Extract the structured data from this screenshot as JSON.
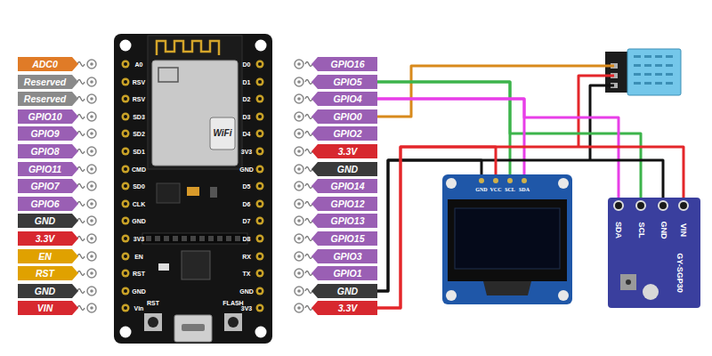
{
  "diagram": {
    "nodes": [
      {
        "text": [
          "ADC0"
        ]
      },
      {
        "text": [
          "Reserved"
        ]
      },
      {
        "text": [
          "Reserved"
        ]
      },
      {
        "text": [
          "GPIO10"
        ]
      },
      {
        "text": [
          "GPIO9"
        ]
      },
      {
        "text": [
          "GPIO8"
        ]
      },
      {
        "text": [
          "GPIO11"
        ]
      },
      {
        "text": [
          "GPIO7"
        ]
      },
      {
        "text": [
          "GPIO6"
        ]
      },
      {
        "text": [
          "GND"
        ]
      },
      {
        "text": [
          "3.3V"
        ]
      },
      {
        "text": [
          "EN"
        ]
      },
      {
        "text": [
          "RST"
        ]
      },
      {
        "text": [
          "GND"
        ]
      },
      {
        "text": [
          "VIN"
        ]
      },
      {
        "text": [
          "GPIO16"
        ]
      },
      {
        "text": [
          "GPIO5"
        ]
      },
      {
        "text": [
          "GPIO4"
        ]
      },
      {
        "text": [
          "GPIO0"
        ]
      },
      {
        "text": [
          "GPIO2"
        ]
      },
      {
        "text": [
          "3.3V"
        ]
      },
      {
        "text": [
          "GND"
        ]
      },
      {
        "text": [
          "GPIO14"
        ]
      },
      {
        "text": [
          "GPIO12"
        ]
      },
      {
        "text": [
          "GPIO13"
        ]
      },
      {
        "text": [
          "GPIO15"
        ]
      },
      {
        "text": [
          "GPIO3"
        ]
      },
      {
        "text": [
          "GPIO1"
        ]
      },
      {
        "text": [
          "GND"
        ]
      },
      {
        "text": [
          "3.3V"
        ]
      },
      {
        "text": [
          "GND",
          "VCC",
          "SCL",
          "SDA"
        ]
      },
      {
        "text": [
          "SDA",
          "SCL",
          "GND",
          "VIN",
          "GY-SGP30"
        ]
      }
    ],
    "edges": [
      {
        "from": 16,
        "to": 30,
        "arrow": "none"
      },
      {
        "from": 16,
        "to": 31,
        "arrow": "none"
      },
      {
        "from": 17,
        "to": 30,
        "arrow": "none"
      },
      {
        "from": 17,
        "to": 31,
        "arrow": "none"
      },
      {
        "from": 28,
        "to": 30,
        "arrow": "none"
      },
      {
        "from": 28,
        "to": 31,
        "arrow": "none"
      },
      {
        "from": 29,
        "to": 30,
        "arrow": "none"
      },
      {
        "from": 29,
        "to": 31,
        "arrow": "none"
      }
    ],
    "labels": [
      "A0",
      "RSV",
      "RSV",
      "SD3",
      "SD2",
      "SD1",
      "CMD",
      "SD0",
      "CLK",
      "GND",
      "3V3",
      "EN",
      "RST",
      "GND",
      "Vin",
      "D0",
      "D1",
      "D2",
      "D3",
      "D4",
      "3V3",
      "GND",
      "D5",
      "D6",
      "D7",
      "D8",
      "RX",
      "TX",
      "GND",
      "3V3",
      "WiFi",
      "RST",
      "FLASH"
    ]
  }
}
